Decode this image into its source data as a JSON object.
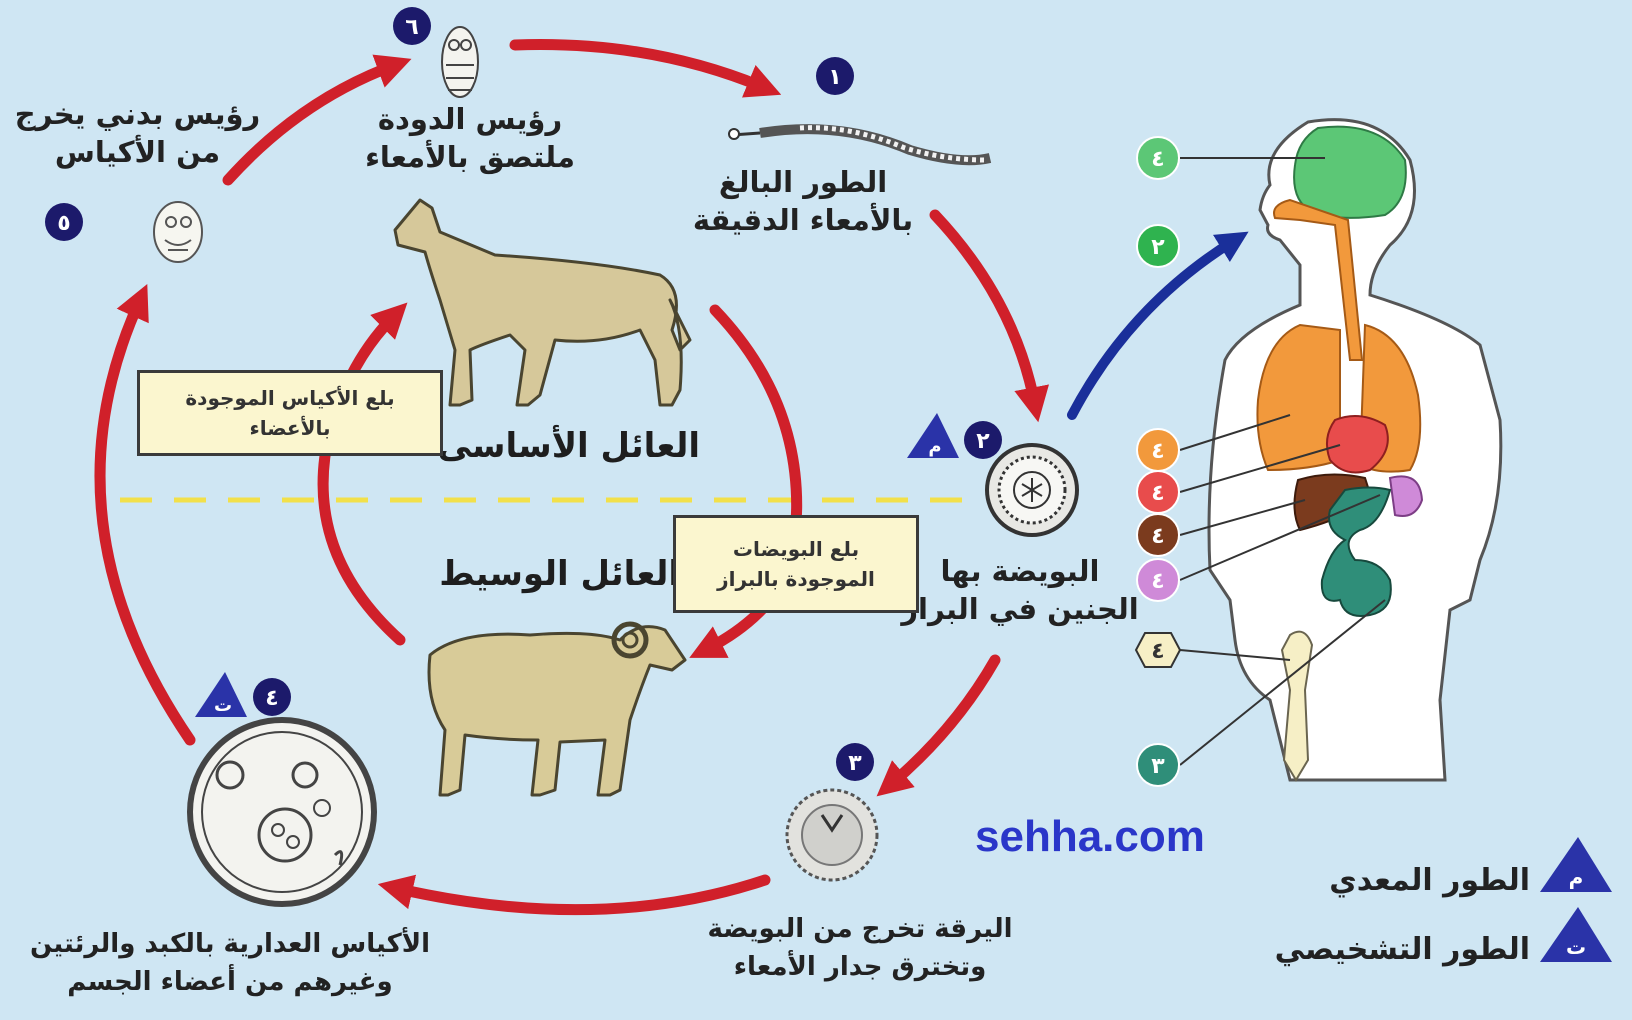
{
  "labels": {
    "adult": [
      "الطور البالغ",
      "بالأمعاء الدقيقة"
    ],
    "scolex_attached": [
      "رؤيس الدودة",
      "ملتصق بالأمعاء"
    ],
    "scolex_emerges": [
      "رؤيس بدني يخرج",
      "من الأكياس"
    ],
    "egg": [
      "البويضة بها",
      "الجنين في البراز"
    ],
    "larva": [
      "اليرقة تخرج من البويضة",
      "وتخترق جدار الأمعاء"
    ],
    "cysts": [
      "الأكياس العدارية بالكبد والرئتين",
      "وغيرهم من أعضاء الجسم"
    ],
    "definitive_host": "العائل الأساسى",
    "intermediate_host": "العائل الوسيط"
  },
  "boxes": {
    "swallow_cysts": [
      "بلع الأكياس الموجودة",
      "بالأعضاء"
    ],
    "swallow_eggs": [
      "بلع البويضات",
      "الموجودة بالبراز"
    ]
  },
  "numbers": {
    "n1": "١",
    "n2": "٢",
    "n3": "٣",
    "n4": "٤",
    "n5": "٥",
    "n6": "٦"
  },
  "stage_markers": {
    "infective": "م",
    "diagnostic": "ت"
  },
  "legend": {
    "infective": "الطور المعدي",
    "diagnostic": "الطور التشخيصي"
  },
  "watermark": "sehha.com",
  "colors": {
    "background": "#cfe6f3",
    "cycle_arrow": "#d0202a",
    "human_arrow": "#1a2f9a",
    "number_badge": "#1c1a6b",
    "brain": "#5cc776",
    "lungs": "#f2993c",
    "heart": "#e84c4c",
    "liver": "#7b3b1e",
    "spleen": "#cf8ad8",
    "intestine": "#2f8e79",
    "bone": "#f6efc6",
    "box_fill": "#fbf6cf",
    "divider": "#f2e04a"
  },
  "organ_badges": [
    {
      "organ": "brain",
      "label": "٤"
    },
    {
      "organ": "entry",
      "label": "٢"
    },
    {
      "organ": "lungs",
      "label": "٤"
    },
    {
      "organ": "heart",
      "label": "٤"
    },
    {
      "organ": "liver",
      "label": "٤"
    },
    {
      "organ": "spleen",
      "label": "٤"
    },
    {
      "organ": "bone",
      "label": "٤"
    },
    {
      "organ": "intestine",
      "label": "٣"
    }
  ]
}
